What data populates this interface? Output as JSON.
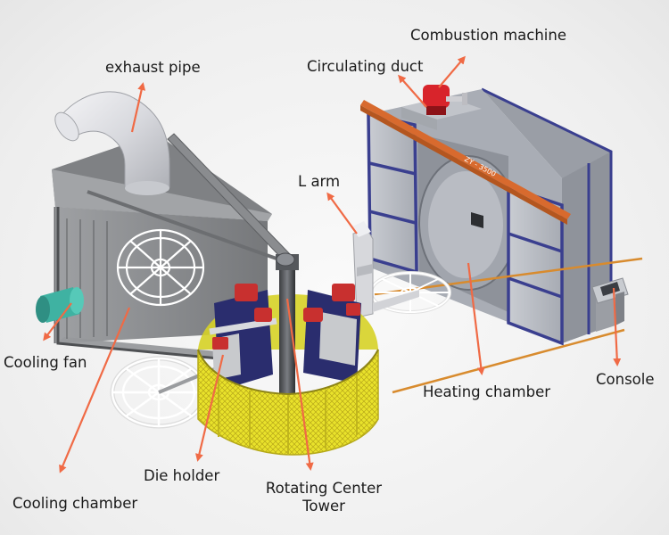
{
  "diagram": {
    "labels": {
      "exhaust_pipe": "exhaust pipe",
      "combustion_machine": "Combustion machine",
      "circulating_duct": "Circulating duct",
      "l_arm": "L arm",
      "cooling_fan": "Cooling fan",
      "heating_chamber": "Heating chamber",
      "console": "Console",
      "die_holder": "Die holder",
      "rotating_tower_line1": "Rotating Center",
      "rotating_tower_line2": "Tower",
      "cooling_chamber": "Cooling chamber"
    },
    "machine_plate_text": "ZY - 3500",
    "colors": {
      "arrow": "#f06a45",
      "yellow_guard": "#e6e22a",
      "frame_orange": "#d86a2e",
      "heating_blue": "#3a3f8f",
      "panel_gray": "#b9bcc2",
      "cooling_gray": "#8d8f92",
      "burner_red": "#d8242b",
      "fan_teal": "#3fb2a2",
      "arm_red": "#c8302f"
    }
  }
}
